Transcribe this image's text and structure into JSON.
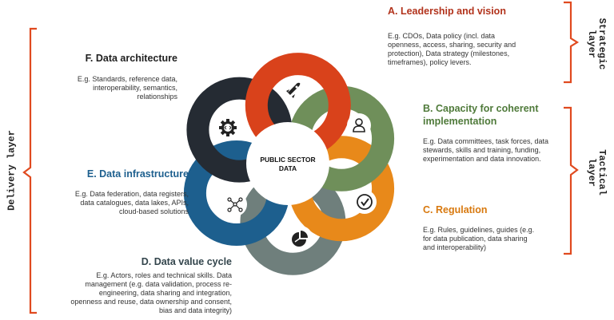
{
  "center_label": [
    "PUBLIC SECTOR",
    "DATA"
  ],
  "layers": {
    "strategic": [
      "Strategic",
      "layer"
    ],
    "tactical": [
      "Tactical",
      "layer"
    ],
    "delivery": "Delivery layer"
  },
  "colors": {
    "A": "#d9421b",
    "B": "#6f8f5a",
    "C": "#e8891a",
    "D": "#6f7f7c",
    "E": "#1d5f8e",
    "F": "#252b33",
    "bracket": "#e04a1f"
  },
  "sections": {
    "A": {
      "title": "A. Leadership and vision",
      "desc": [
        "E.g. CDOs, Data policy (incl. data",
        "openness, access, sharing, security and",
        "protection), Data strategy (milestones,",
        "timeframes), policy levers."
      ]
    },
    "B": {
      "title": [
        "B. Capacity for coherent",
        "implementation"
      ],
      "desc": [
        "E.g. Data committees, task forces, data",
        "stewards,  skills and training, funding,",
        "experimentation and data innovation."
      ]
    },
    "C": {
      "title": "C. Regulation",
      "desc": [
        "E.g. Rules, guidelines, guides (e.g.",
        "for data publication, data sharing",
        "and interoperability)"
      ]
    },
    "D": {
      "title": "D. Data value cycle",
      "desc": [
        "E.g. Actors, roles and technical skills. Data",
        "management (e.g. data validation, process re-",
        "engineering, data sharing and integration,",
        "openness and reuse, data ownership and consent,",
        "bias and data integrity)"
      ]
    },
    "E": {
      "title": "E. Data infrastructure",
      "desc": [
        "E.g. Data federation, data registers,",
        "data catalogues, data lakes,  APIs,",
        "cloud-based solutions"
      ]
    },
    "F": {
      "title": "F. Data architecture",
      "desc": [
        "E.g. Standards, reference data,",
        "interoperability, semantics,",
        "relationships"
      ]
    }
  },
  "icons": {
    "A": "rocket-icon",
    "B": "user-icon",
    "C": "checkmark-circle-icon",
    "D": "pie-chart-icon",
    "E": "network-icon",
    "F": "gear-code-icon"
  }
}
